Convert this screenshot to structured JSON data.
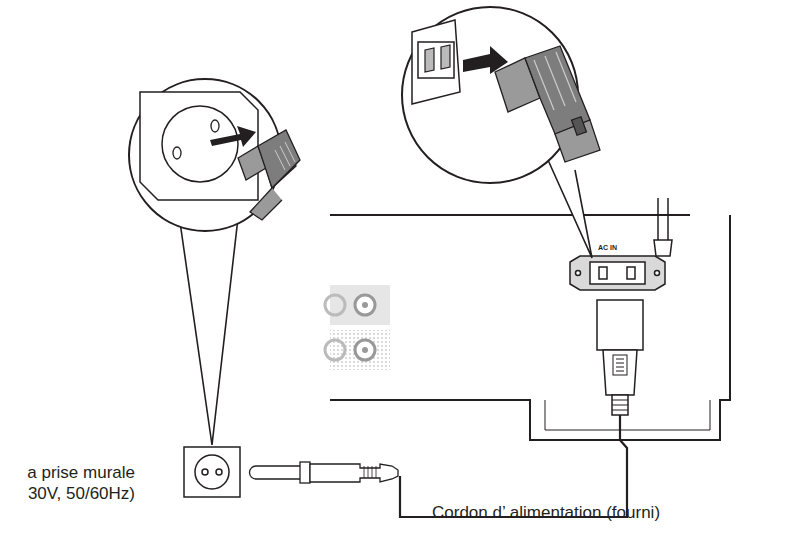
{
  "diagram": {
    "labels": [
      "AC IN",
      "a prise murale",
      "30V, 50/60Hz)",
      "Cordon d’ alimentation (fourni)"
    ]
  }
}
